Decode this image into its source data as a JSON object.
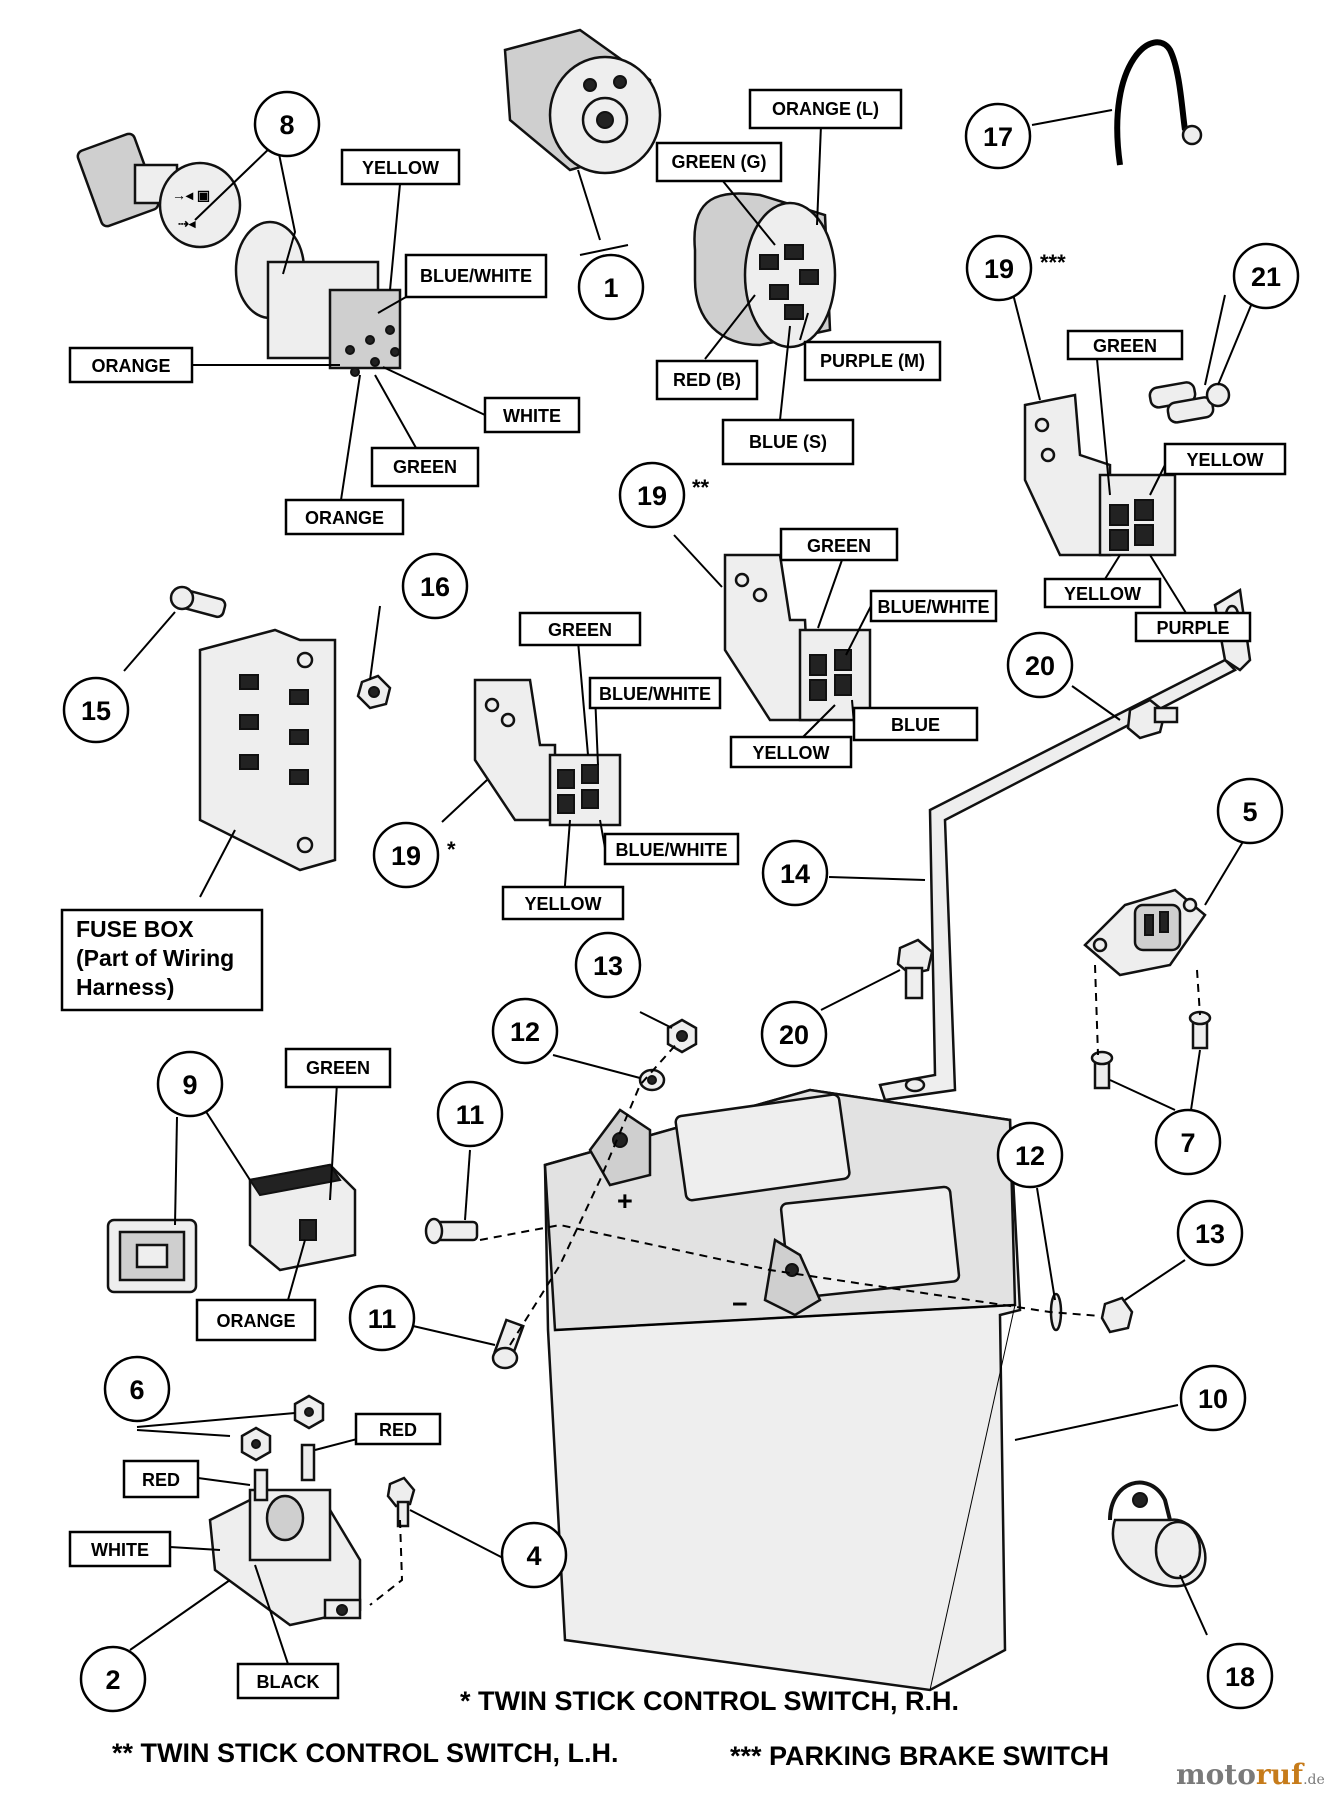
{
  "labels": {
    "key_orange_l": "ORANGE (L)",
    "key_green_g": "GREEN (G)",
    "key_purple_m": "PURPLE (M)",
    "key_red_b": "RED (B)",
    "key_blue_s": "BLUE (S)",
    "sw8_yellow": "YELLOW",
    "sw8_blue_white": "BLUE/WHITE",
    "sw8_orange_left": "ORANGE",
    "sw8_white": "WHITE",
    "sw8_green": "GREEN",
    "sw8_orange_bottom": "ORANGE",
    "pb_green": "GREEN",
    "pb_yellow_right": "YELLOW",
    "pb_yellow_bottom": "YELLOW",
    "pb_purple": "PURPLE",
    "lh_green": "GREEN",
    "lh_blue_white": "BLUE/WHITE",
    "lh_yellow": "YELLOW",
    "lh_blue": "BLUE",
    "rh_green": "GREEN",
    "rh_blue_white_top": "BLUE/WHITE",
    "rh_blue_white_bottom": "BLUE/WHITE",
    "rh_yellow": "YELLOW",
    "sw9_green": "GREEN",
    "sw9_orange": "ORANGE",
    "sol_red_right": "RED",
    "sol_red_left": "RED",
    "sol_white": "WHITE",
    "sol_black": "BLACK"
  },
  "fuse_box": {
    "line1": "FUSE BOX",
    "line2": "(Part of Wiring",
    "line3": "Harness)"
  },
  "callouts": {
    "n1": "1",
    "n2": "2",
    "n4": "4",
    "n5": "5",
    "n6": "6",
    "n7": "7",
    "n8": "8",
    "n9": "9",
    "n10": "10",
    "n11a": "11",
    "n11b": "11",
    "n12a": "12",
    "n12b": "12",
    "n13a": "13",
    "n13b": "13",
    "n14": "14",
    "n15": "15",
    "n16": "16",
    "n17": "17",
    "n18": "18",
    "n19pb": "19",
    "n19lh": "19",
    "n19rh": "19",
    "n20a": "20",
    "n20b": "20",
    "n21": "21"
  },
  "markers": {
    "pb": "***",
    "lh": "**",
    "rh": "*"
  },
  "battery_symbols": {
    "positive": "+",
    "negative": "−"
  },
  "notes": {
    "rh": "* TWIN STICK CONTROL SWITCH, R.H.",
    "lh": "** TWIN STICK CONTROL SWITCH, L.H.",
    "pb": "*** PARKING BRAKE SWITCH"
  },
  "watermark": {
    "part1": "moto",
    "part2": "ruf",
    "part3": ".de"
  }
}
